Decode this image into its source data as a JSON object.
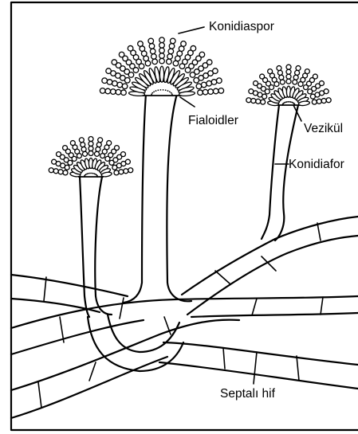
{
  "labels": {
    "konidiaspor": "Konidiaspor",
    "fialoidler": "Fialoidler",
    "vezikul": "Vezikül",
    "konidiafor": "Konidiafor",
    "septali_hif": "Septalı hif"
  }
}
